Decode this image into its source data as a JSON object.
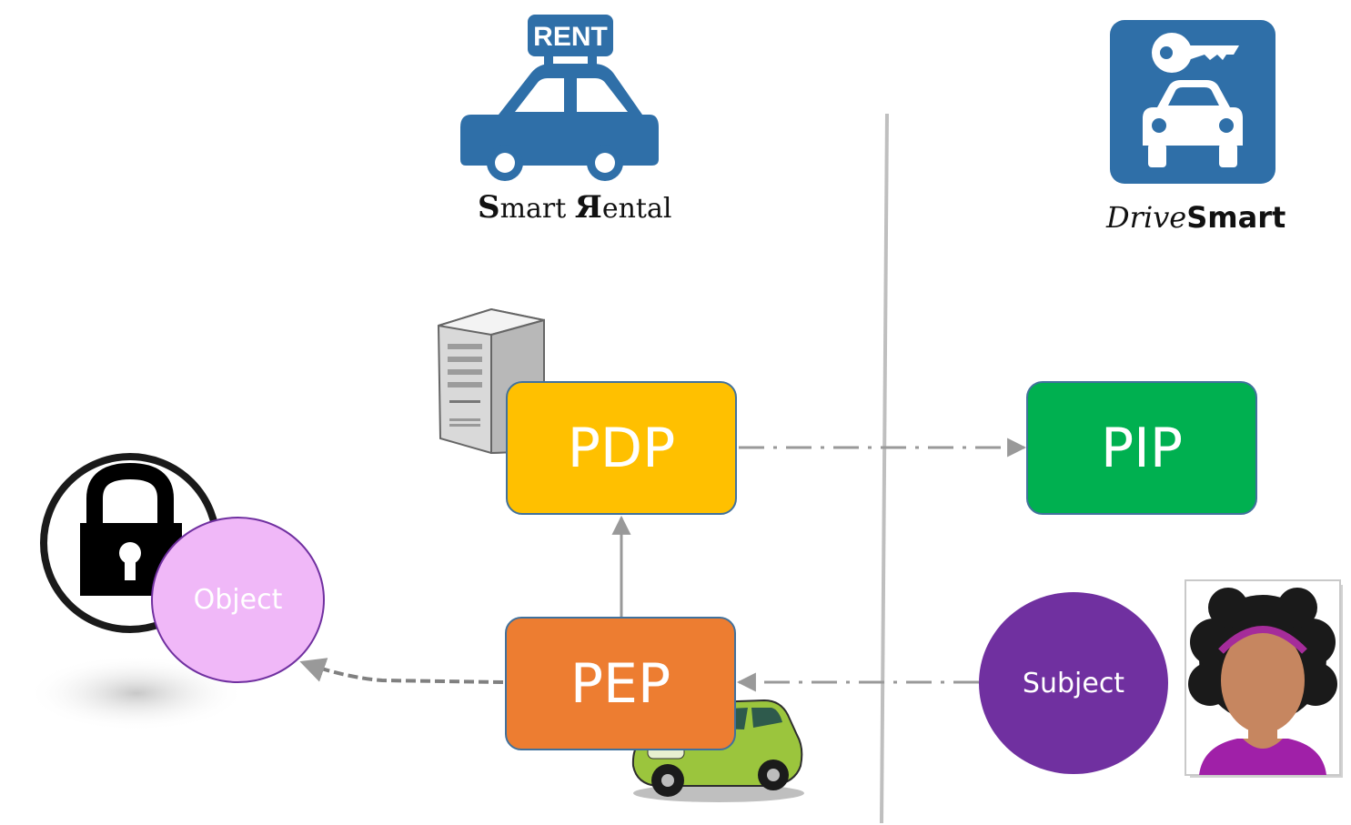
{
  "logos": {
    "rent_sign": "RENT",
    "smart_rental": {
      "s": "S",
      "mart": "mart ",
      "r": "Я",
      "ental": "ental"
    },
    "drive_smart": {
      "drive": "Drive",
      "smart": "Smart"
    }
  },
  "nodes": {
    "pdp": "PDP",
    "pip": "PIP",
    "pep": "PEP",
    "object": "Object",
    "subject": "Subject"
  },
  "colors": {
    "logo_blue": "#2F6FA8",
    "pdp": "#FFC000",
    "pip": "#00B050",
    "pep": "#ED7D31",
    "object": "#F0B8F8",
    "subject": "#7030A0",
    "connector": "#999999",
    "divider": "#BFBFBF",
    "car_green": "#9BC53D"
  },
  "icons": [
    "rent-car-icon",
    "key-car-icon",
    "server-icon",
    "padlock-icon",
    "green-car-icon",
    "person-photo-icon"
  ]
}
